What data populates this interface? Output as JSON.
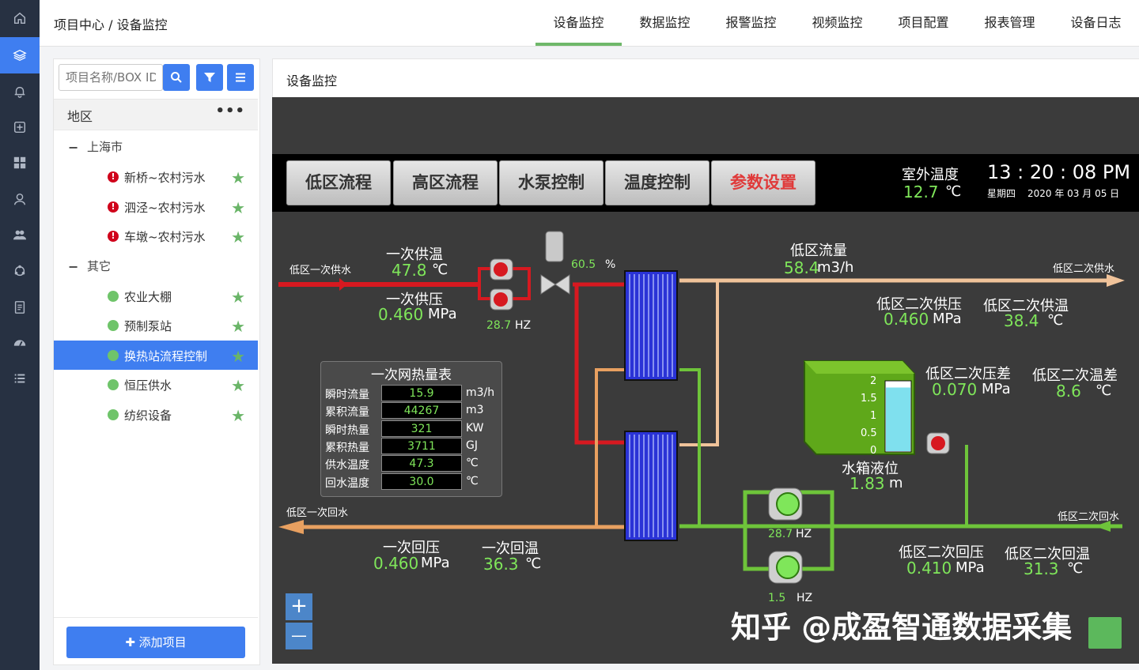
{
  "rail": {
    "icons": [
      "home-icon",
      "layers-icon",
      "bell-icon",
      "add-box-icon",
      "dashboard-icon",
      "user-icon",
      "group-icon",
      "cycle-icon",
      "document-icon",
      "gauge-icon",
      "list-icon"
    ],
    "active": 1
  },
  "header": {
    "breadcrumb": "项目中心 / 设备监控",
    "tabs": [
      {
        "label": "设备监控",
        "active": true
      },
      {
        "label": "数据监控"
      },
      {
        "label": "报警监控"
      },
      {
        "label": "视频监控"
      },
      {
        "label": "项目配置"
      },
      {
        "label": "报表管理"
      },
      {
        "label": "设备日志"
      }
    ]
  },
  "sidebar": {
    "search_placeholder": "项目名称/BOX ID",
    "region_title": "地区",
    "more": "•••",
    "groups": [
      {
        "name": "上海市",
        "items": [
          {
            "label": "新桥~农村污水",
            "status": "error"
          },
          {
            "label": "泗泾~农村污水",
            "status": "error"
          },
          {
            "label": "车墩~农村污水",
            "status": "error"
          }
        ]
      },
      {
        "name": "其它",
        "items": [
          {
            "label": "农业大棚",
            "status": "ok"
          },
          {
            "label": "预制泵站",
            "status": "ok"
          },
          {
            "label": "换热站流程控制",
            "status": "ok",
            "selected": true
          },
          {
            "label": "恒压供水",
            "status": "ok"
          },
          {
            "label": "纺织设备",
            "status": "ok"
          }
        ]
      }
    ],
    "add_button": "✚ 添加项目"
  },
  "panel": {
    "title": "设备监控"
  },
  "scada": {
    "buttons": [
      "低区流程",
      "高区流程",
      "水泵控制",
      "温度控制",
      "参数设置"
    ],
    "outdoor": {
      "label": "室外温度",
      "value": "12.7",
      "unit": "℃"
    },
    "clock": {
      "time": "13 : 20 : 08 PM",
      "weekday": "星期四",
      "date": "2020 年 03 月 05 日"
    },
    "primary_supply": {
      "label": "低区一次供水"
    },
    "primary_return": {
      "label": "低区一次回水"
    },
    "secondary_supply": {
      "label": "低区二次供水"
    },
    "secondary_return": {
      "label": "低区二次回水"
    },
    "p_supply_temp": {
      "label": "一次供温",
      "value": "47.8",
      "unit": "℃"
    },
    "p_supply_press": {
      "label": "一次供压",
      "value": "0.460",
      "unit": "MPa"
    },
    "p_return_press": {
      "label": "一次回压",
      "value": "0.460",
      "unit": "MPa"
    },
    "p_return_temp": {
      "label": "一次回温",
      "value": "36.3",
      "unit": "℃"
    },
    "pump1_freq": {
      "value": "28.7",
      "unit": "HZ"
    },
    "valve": {
      "value": "60.5",
      "unit": "%"
    },
    "flow": {
      "label": "低区流量",
      "value": "58.4",
      "unit": "m3/h"
    },
    "s_supply_press": {
      "label": "低区二次供压",
      "value": "0.460",
      "unit": "MPa"
    },
    "s_supply_temp": {
      "label": "低区二次供温",
      "value": "38.4",
      "unit": "℃"
    },
    "s_press_diff": {
      "label": "低区二次压差",
      "value": "0.070",
      "unit": "MPa"
    },
    "s_temp_diff": {
      "label": "低区二次温差",
      "value": "8.6",
      "unit": "℃"
    },
    "tank": {
      "label": "水箱液位",
      "value": "1.83",
      "unit": "m",
      "scale": [
        "2",
        "1.5",
        "1",
        "0.5",
        "0"
      ],
      "level": 0.915
    },
    "pump2_freq": {
      "value": "28.7",
      "unit": "HZ"
    },
    "pump3_freq": {
      "value": "1.5",
      "unit": "HZ"
    },
    "s_return_press": {
      "label": "低区二次回压",
      "value": "0.410",
      "unit": "MPa"
    },
    "s_return_temp": {
      "label": "低区二次回温",
      "value": "31.3",
      "unit": "℃"
    },
    "meter": {
      "title": "一次网热量表",
      "rows": [
        {
          "k": "瞬时流量",
          "v": "15.9",
          "u": "m3/h"
        },
        {
          "k": "累积流量",
          "v": "44267",
          "u": "m3"
        },
        {
          "k": "瞬时热量",
          "v": "321",
          "u": "KW"
        },
        {
          "k": "累积热量",
          "v": "3711",
          "u": "GJ"
        },
        {
          "k": "供水温度",
          "v": "47.3",
          "u": "℃"
        },
        {
          "k": "回水温度",
          "v": "30.0",
          "u": "℃"
        }
      ]
    },
    "zoom_in": "+",
    "zoom_out": "—",
    "watermark": "知乎 @成盈智通数据采集"
  }
}
